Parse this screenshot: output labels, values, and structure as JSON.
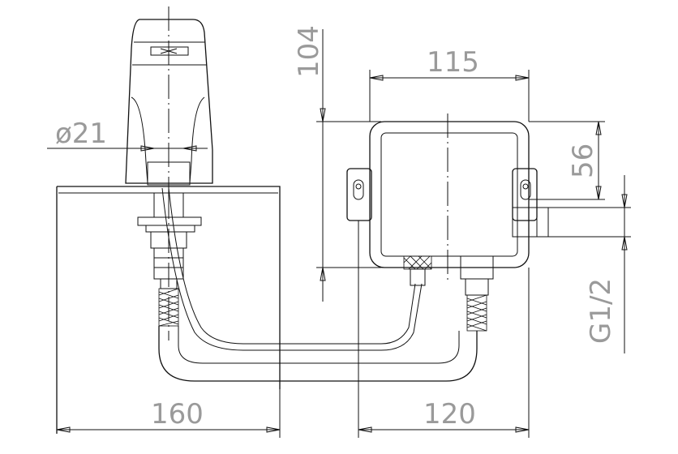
{
  "dimensions": {
    "diameter": "ø21",
    "faucet_plate_width": "160",
    "box_width": "115",
    "box_height": "104",
    "bracket_width": "120",
    "outlet_offset": "56",
    "thread": "G1/2"
  },
  "colors": {
    "line": "#111111",
    "dimension_text": "#9a9a9a",
    "background": "#ffffff"
  }
}
